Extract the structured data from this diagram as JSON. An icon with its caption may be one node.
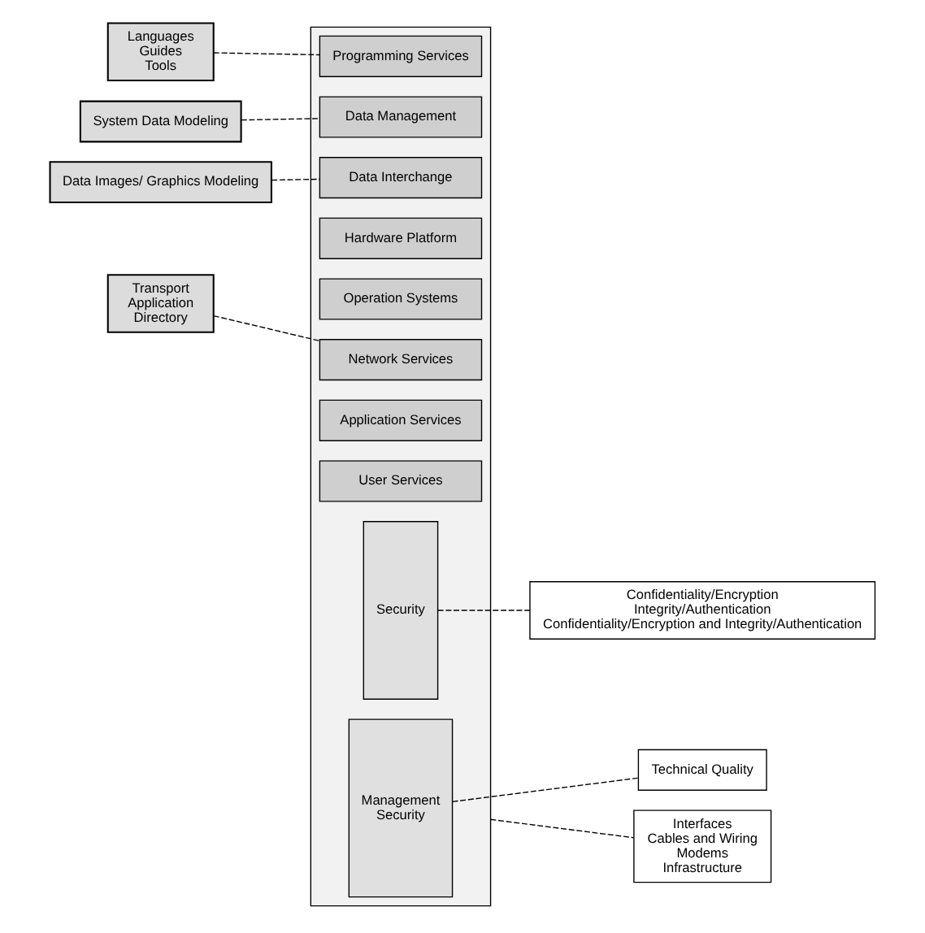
{
  "diagram": {
    "nodes": [
      {
        "text": [],
        "shape": "box"
      },
      {
        "text": [
          "User Services"
        ],
        "in": 0
      },
      {
        "text": [
          "Application Services"
        ],
        "in": 0
      },
      {
        "text": [
          "Programming Services"
        ],
        "in": 0
      },
      {
        "text": [
          "Data Management"
        ],
        "in": 0
      },
      {
        "text": [
          "Data Interchange"
        ],
        "in": 0
      },
      {
        "text": [
          "Network Services"
        ],
        "in": 0
      },
      {
        "text": [
          "Operation Systems"
        ],
        "in": 0
      },
      {
        "text": [
          "Hardware Platform"
        ],
        "in": 0
      },
      {
        "text": [
          "Security"
        ],
        "in": 0
      },
      {
        "text": [
          "Management",
          "Security"
        ],
        "in": 0
      },
      {
        "text": [
          "Languages",
          "Guides",
          "Tools"
        ]
      },
      {
        "text": [
          "System Data Modeling"
        ]
      },
      {
        "text": [
          "Data Images/ Graphics Modeling"
        ]
      },
      {
        "text": [
          "Transport",
          "Application",
          "Directory"
        ]
      },
      {
        "text": [
          "Interfaces",
          "Cables and Wiring",
          "Modems",
          "Infrastructure"
        ]
      },
      {
        "text": [
          "Technical Quality"
        ]
      },
      {
        "text": [
          "Confidentiality/Encryption",
          "Integrity/Authentication",
          "Confidentiality/Encryption and Integrity/Authentication"
        ]
      }
    ],
    "edges": [
      {
        "from": 11,
        "to": 3,
        "arrow": "none",
        "style": "dashed"
      },
      {
        "from": 12,
        "to": 4,
        "arrow": "none",
        "style": "dashed"
      },
      {
        "from": 13,
        "to": 5,
        "arrow": "none",
        "style": "dashed"
      },
      {
        "from": 14,
        "to": 6,
        "arrow": "none",
        "style": "dashed"
      },
      {
        "from": 0,
        "to": 15,
        "arrow": "none",
        "style": "dashed"
      },
      {
        "from": 10,
        "to": 16,
        "arrow": "none",
        "style": "dashed"
      },
      {
        "from": 9,
        "to": 17,
        "arrow": "none",
        "style": "dashed"
      }
    ]
  }
}
